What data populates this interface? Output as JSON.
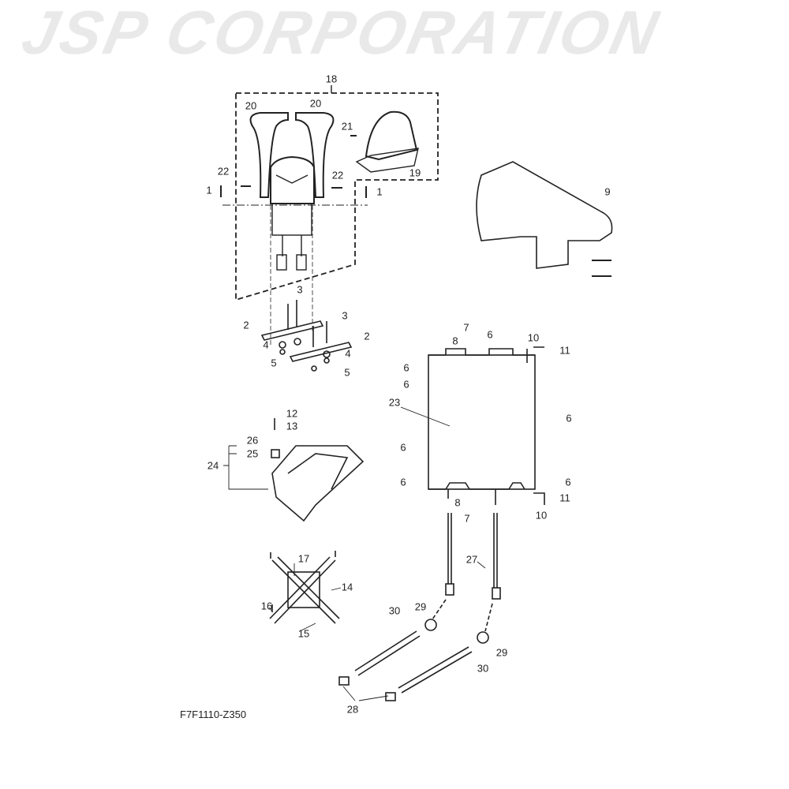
{
  "diagram_code": "F7F1110-Z350",
  "watermark": "JSP CORPORATION",
  "callouts": [
    "18",
    "20",
    "20",
    "21",
    "19",
    "22",
    "22",
    "1",
    "1",
    "9",
    "3",
    "3",
    "2",
    "2",
    "4",
    "4",
    "5",
    "5",
    "7",
    "6",
    "8",
    "10",
    "11",
    "6",
    "6",
    "23",
    "6",
    "12",
    "13",
    "26",
    "25",
    "24",
    "6",
    "6",
    "6",
    "8",
    "7",
    "11",
    "10",
    "27",
    "17",
    "14",
    "16",
    "15",
    "30",
    "29",
    "29",
    "30",
    "28"
  ]
}
